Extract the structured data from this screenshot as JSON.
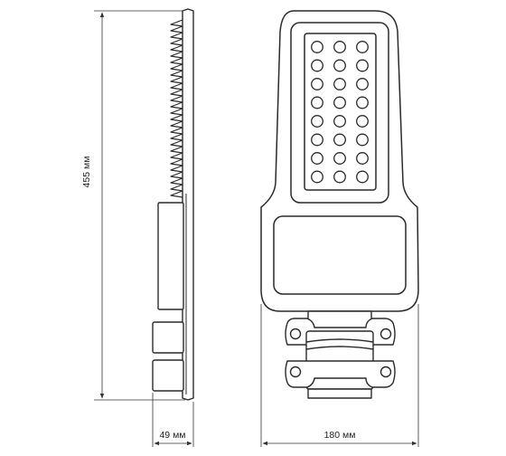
{
  "dimensions": {
    "height_label": "455 мм",
    "depth_label": "49 мм",
    "width_label": "180 мм"
  },
  "led_grid": {
    "rows": 8,
    "cols": 3
  },
  "colors": {
    "line": "#2a2a2a",
    "dim_line": "#333333",
    "background": "#ffffff"
  }
}
